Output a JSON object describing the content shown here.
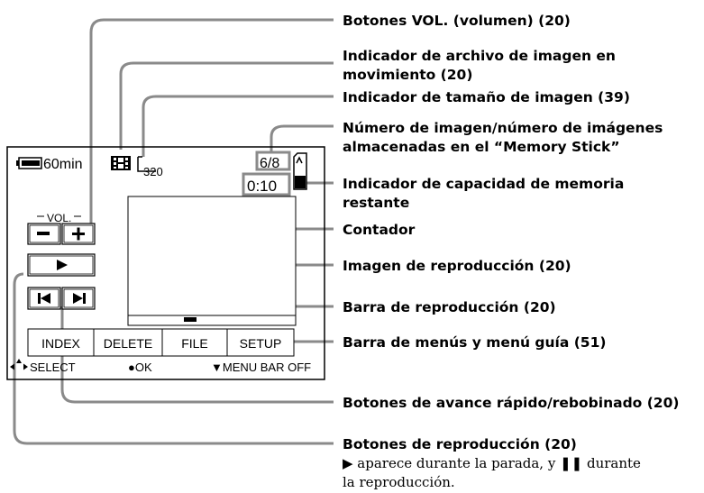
{
  "screen": {
    "battery_time": "60min",
    "image_size": "320",
    "image_counter": "6/8",
    "elapsed_time": "0:10",
    "vol_label": "VOL.",
    "vol_minus": "−",
    "vol_plus": "+",
    "menu": [
      "INDEX",
      "DELETE",
      "FILE",
      "SETUP"
    ],
    "guide": {
      "select": "SELECT",
      "ok": "●OK",
      "menu_bar_off": "▼MENU BAR OFF"
    }
  },
  "callouts": {
    "vol_buttons": "Botones VOL. (volumen) (20)",
    "movie_file_1": "Indicador de archivo de imagen en",
    "movie_file_2": "movimiento (20)",
    "image_size": "Indicador de tamaño de imagen (39)",
    "image_number_1": "Número de imagen/número de imágenes",
    "image_number_2": "almacenadas en el “Memory Stick”",
    "memory_capacity_1": "Indicador de capacidad de memoria",
    "memory_capacity_2": "restante",
    "counter": "Contador",
    "playback_image": "Imagen de reproducción (20)",
    "playback_bar": "Barra de reproducción (20)",
    "menu_bar": "Barra de menús y menú guía (51)",
    "ff_rew": "Botones de avance rápido/rebobinado (20)",
    "playback_buttons": "Botones de reproducción (20)",
    "playback_note_1": "▶ aparece durante la parada, y ❚❚ durante",
    "playback_note_2": "la reproducción."
  }
}
